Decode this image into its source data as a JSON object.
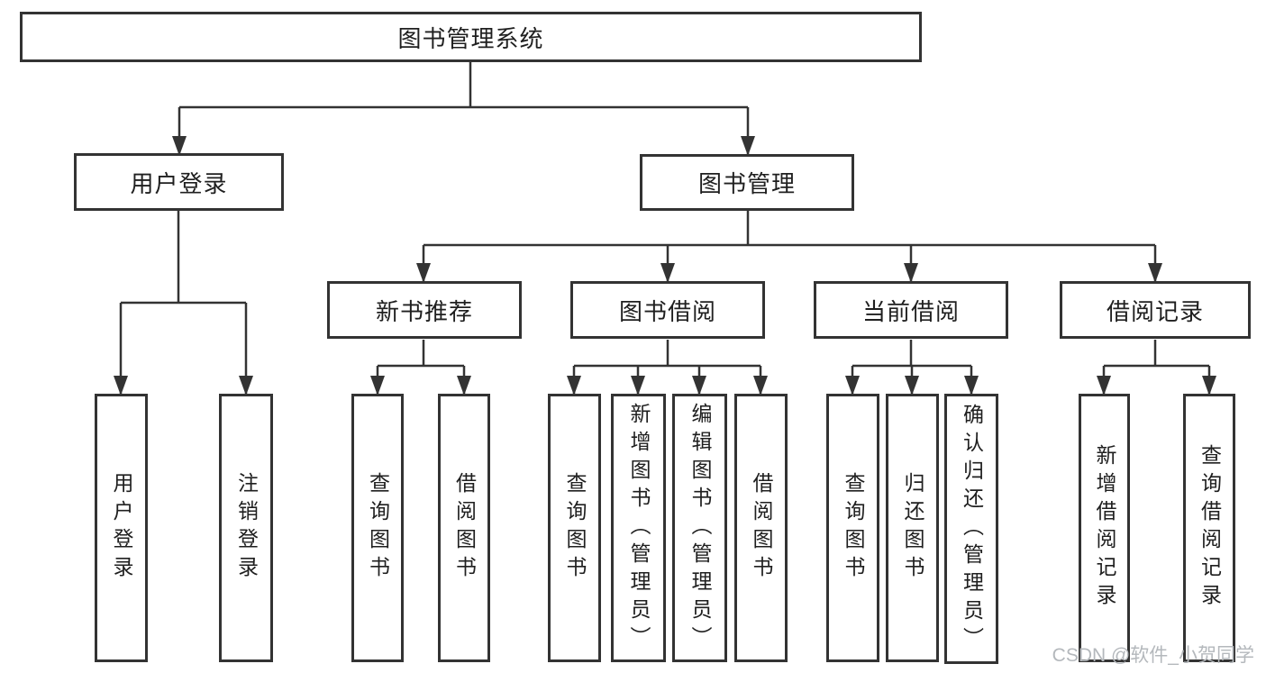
{
  "tree": {
    "root": {
      "label": "图书管理系统"
    },
    "level2": [
      {
        "label": "用户登录",
        "children": [
          {
            "label": "用户登录"
          },
          {
            "label": "注销登录"
          }
        ]
      },
      {
        "label": "图书管理",
        "children": [
          {
            "label": "新书推荐",
            "children": [
              {
                "label": "查询图书"
              },
              {
                "label": "借阅图书"
              }
            ]
          },
          {
            "label": "图书借阅",
            "children": [
              {
                "label": "查询图书"
              },
              {
                "label": "新增图书（管理员）"
              },
              {
                "label": "编辑图书（管理员）"
              },
              {
                "label": "借阅图书"
              }
            ]
          },
          {
            "label": "当前借阅",
            "children": [
              {
                "label": "查询图书"
              },
              {
                "label": "归还图书"
              },
              {
                "label": "确认归还（管理员）"
              }
            ]
          },
          {
            "label": "借阅记录",
            "children": [
              {
                "label": "新增借阅记录"
              },
              {
                "label": "查询借阅记录"
              }
            ]
          }
        ]
      }
    ]
  },
  "watermark": {
    "text": "CSDN @软件_小贺同学"
  },
  "colors": {
    "line": "#333333",
    "box_border": "#333333",
    "text": "#1f1f1f",
    "watermark": "#b4b8bc",
    "background": "#ffffff"
  }
}
